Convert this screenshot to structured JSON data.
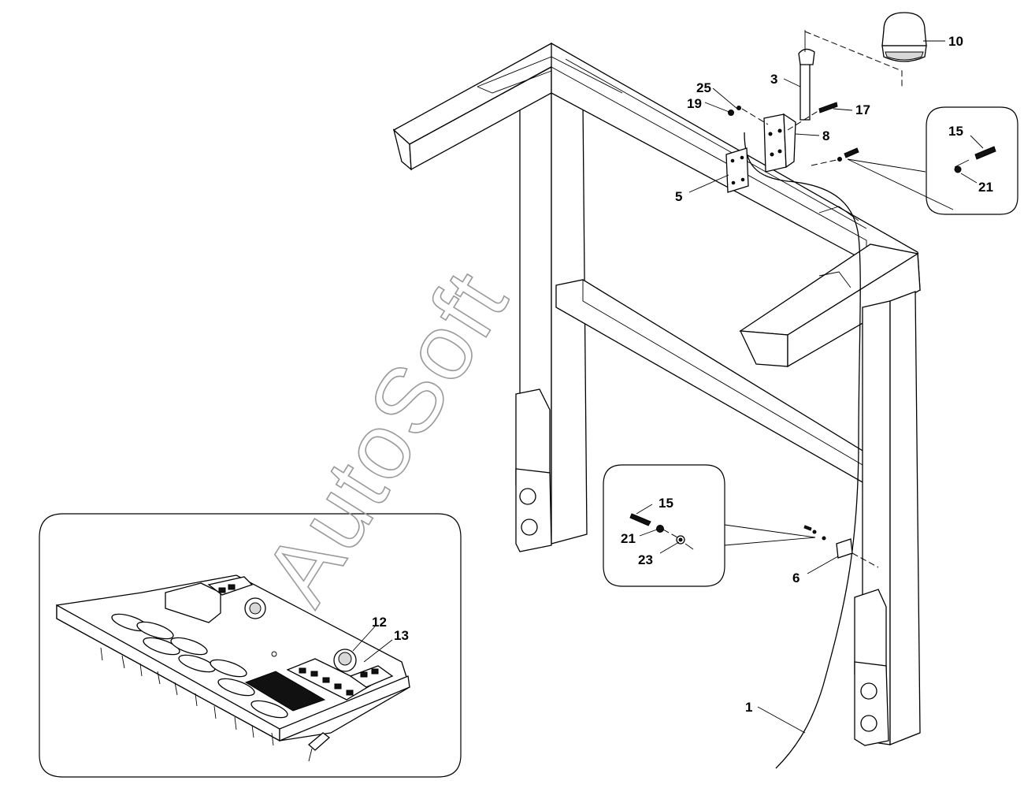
{
  "watermark": "AutoSoft",
  "callouts": {
    "c1": "1",
    "c3": "3",
    "c5": "5",
    "c6": "6",
    "c8": "8",
    "c10": "10",
    "c12": "12",
    "c13": "13",
    "c15a": "15",
    "c15b": "15",
    "c17": "17",
    "c19": "19",
    "c21a": "21",
    "c21b": "21",
    "c23": "23",
    "c25": "25"
  }
}
